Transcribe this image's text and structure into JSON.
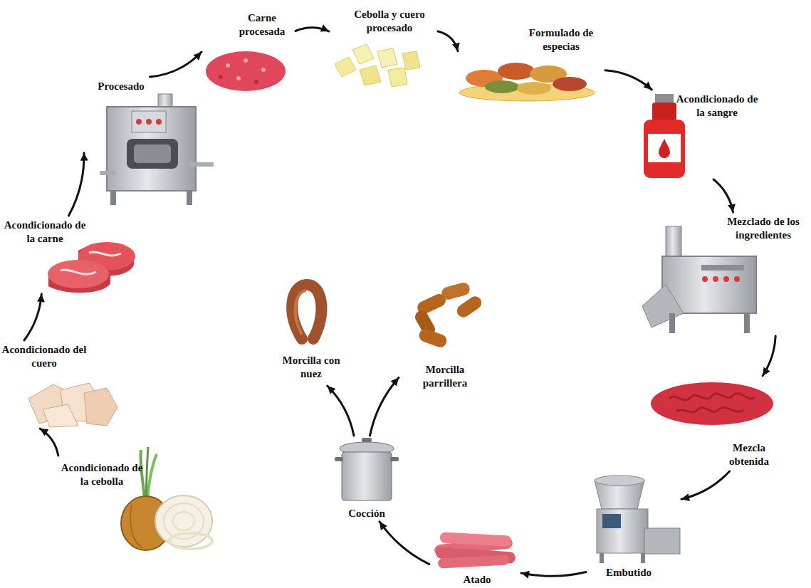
{
  "diagram": {
    "nodes": [
      {
        "text": [
          "Acondicionado de la cebolla"
        ]
      },
      {
        "text": [
          "Acondicionado del cuero"
        ]
      },
      {
        "text": [
          "Acondicionado de la carne"
        ]
      },
      {
        "text": [
          "Procesado"
        ]
      },
      {
        "text": [
          "Carne procesada"
        ]
      },
      {
        "text": [
          "Cebolla y cuero procesado"
        ]
      },
      {
        "text": [
          "Formulado de especias"
        ]
      },
      {
        "text": [
          "Acondicionado de la sangre"
        ]
      },
      {
        "text": [
          "Mezclado de los ingredientes"
        ]
      },
      {
        "text": [
          "Mezcla obtenida"
        ]
      },
      {
        "text": [
          "Embutido"
        ]
      },
      {
        "text": [
          "Atado"
        ]
      },
      {
        "text": [
          "Cocción"
        ]
      },
      {
        "text": [
          "Morcilla con nuez"
        ]
      },
      {
        "text": [
          "Morcilla parrillera"
        ]
      }
    ],
    "edges": [
      {
        "from": 0,
        "to": 1,
        "arrow": "to"
      },
      {
        "from": 1,
        "to": 2,
        "arrow": "to"
      },
      {
        "from": 2,
        "to": 3,
        "arrow": "to"
      },
      {
        "from": 3,
        "to": 4,
        "arrow": "to"
      },
      {
        "from": 4,
        "to": 5,
        "arrow": "to"
      },
      {
        "from": 5,
        "to": 6,
        "arrow": "to"
      },
      {
        "from": 6,
        "to": 7,
        "arrow": "to"
      },
      {
        "from": 7,
        "to": 8,
        "arrow": "to"
      },
      {
        "from": 8,
        "to": 9,
        "arrow": "to"
      },
      {
        "from": 9,
        "to": 10,
        "arrow": "to"
      },
      {
        "from": 10,
        "to": 11,
        "arrow": "to"
      },
      {
        "from": 11,
        "to": 12,
        "arrow": "to"
      },
      {
        "from": 12,
        "to": 13,
        "arrow": "to"
      },
      {
        "from": 12,
        "to": 14,
        "arrow": "to"
      }
    ]
  }
}
